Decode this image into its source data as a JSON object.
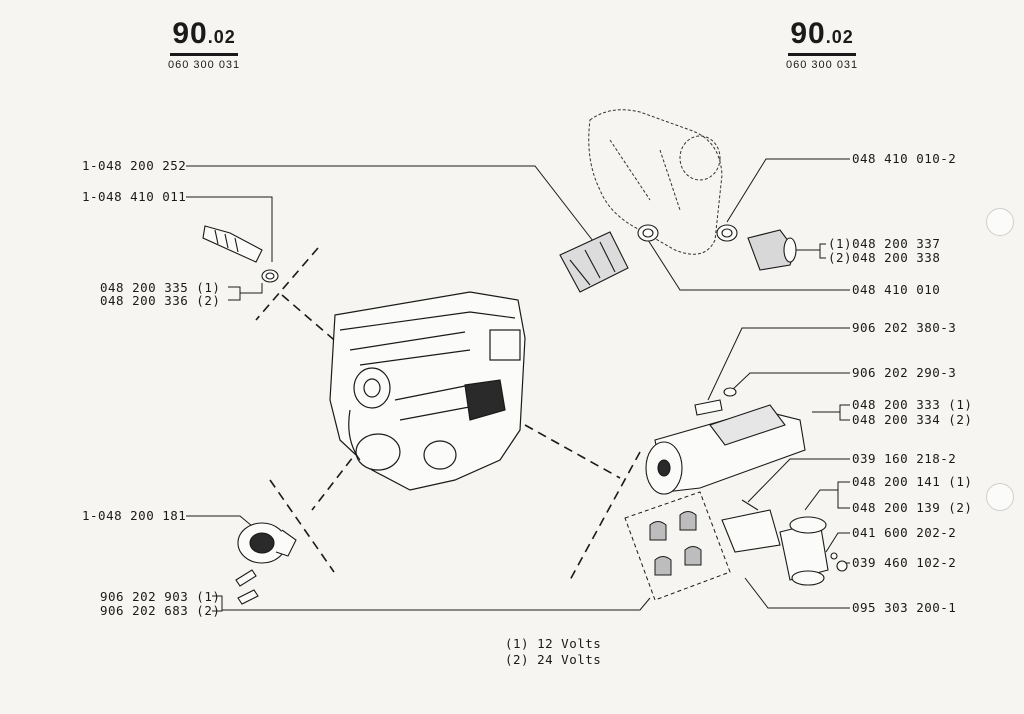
{
  "header_left": {
    "number": "90",
    "sub": ".02",
    "code": "060 300 031"
  },
  "header_right": {
    "number": "90",
    "sub": ".02",
    "code": "060 300 031"
  },
  "labels": {
    "l1": "1-048 200 252",
    "l2": "1-048 410 011",
    "l3": "048 200 335 (1)",
    "l4": "048 200 336 (2)",
    "l5": "1-048 200 181",
    "l6": "906 202 903 (1)",
    "l7": "906 202 683 (2)",
    "r1": "048 410 010-2",
    "r2": "(1)048 200 337",
    "r3": "(2)048 200 338",
    "r4": "048 410 010",
    "r5": "906 202 380-3",
    "r6": "906 202 290-3",
    "r7": "048 200 333 (1)",
    "r8": "048 200 334 (2)",
    "r9": "039 160 218-2",
    "r10": "048 200 141 (1)",
    "r11": "048 200 139 (2)",
    "r12": "041 600 202-2",
    "r13": "039 460 102-2",
    "r14": "095 303 200-1"
  },
  "legend": {
    "line1": "(1)  12 Volts",
    "line2": "(2)  24 Volts"
  }
}
